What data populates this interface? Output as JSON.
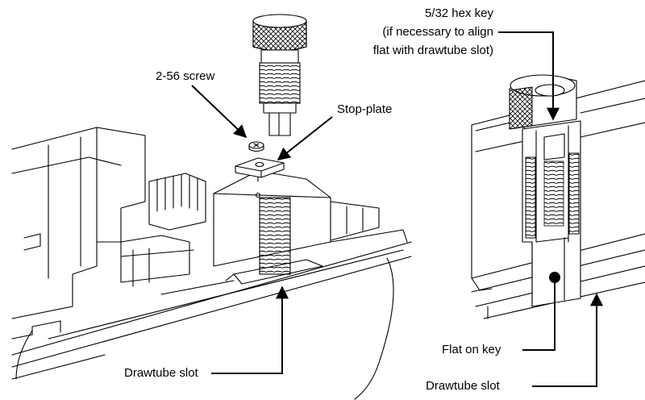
{
  "labels": {
    "screw": "2-56 screw",
    "stop_plate": "Stop-plate",
    "drawtube_slot_left": "Drawtube slot",
    "hex_key_line1": "5/32 hex key",
    "hex_key_line2": "(if necessary to align",
    "hex_key_line3": "flat with drawtube slot)",
    "flat_on_key": "Flat on key",
    "drawtube_slot_right": "Drawtube slot"
  },
  "colors": {
    "line": "#000000",
    "background": "#ffffff"
  }
}
